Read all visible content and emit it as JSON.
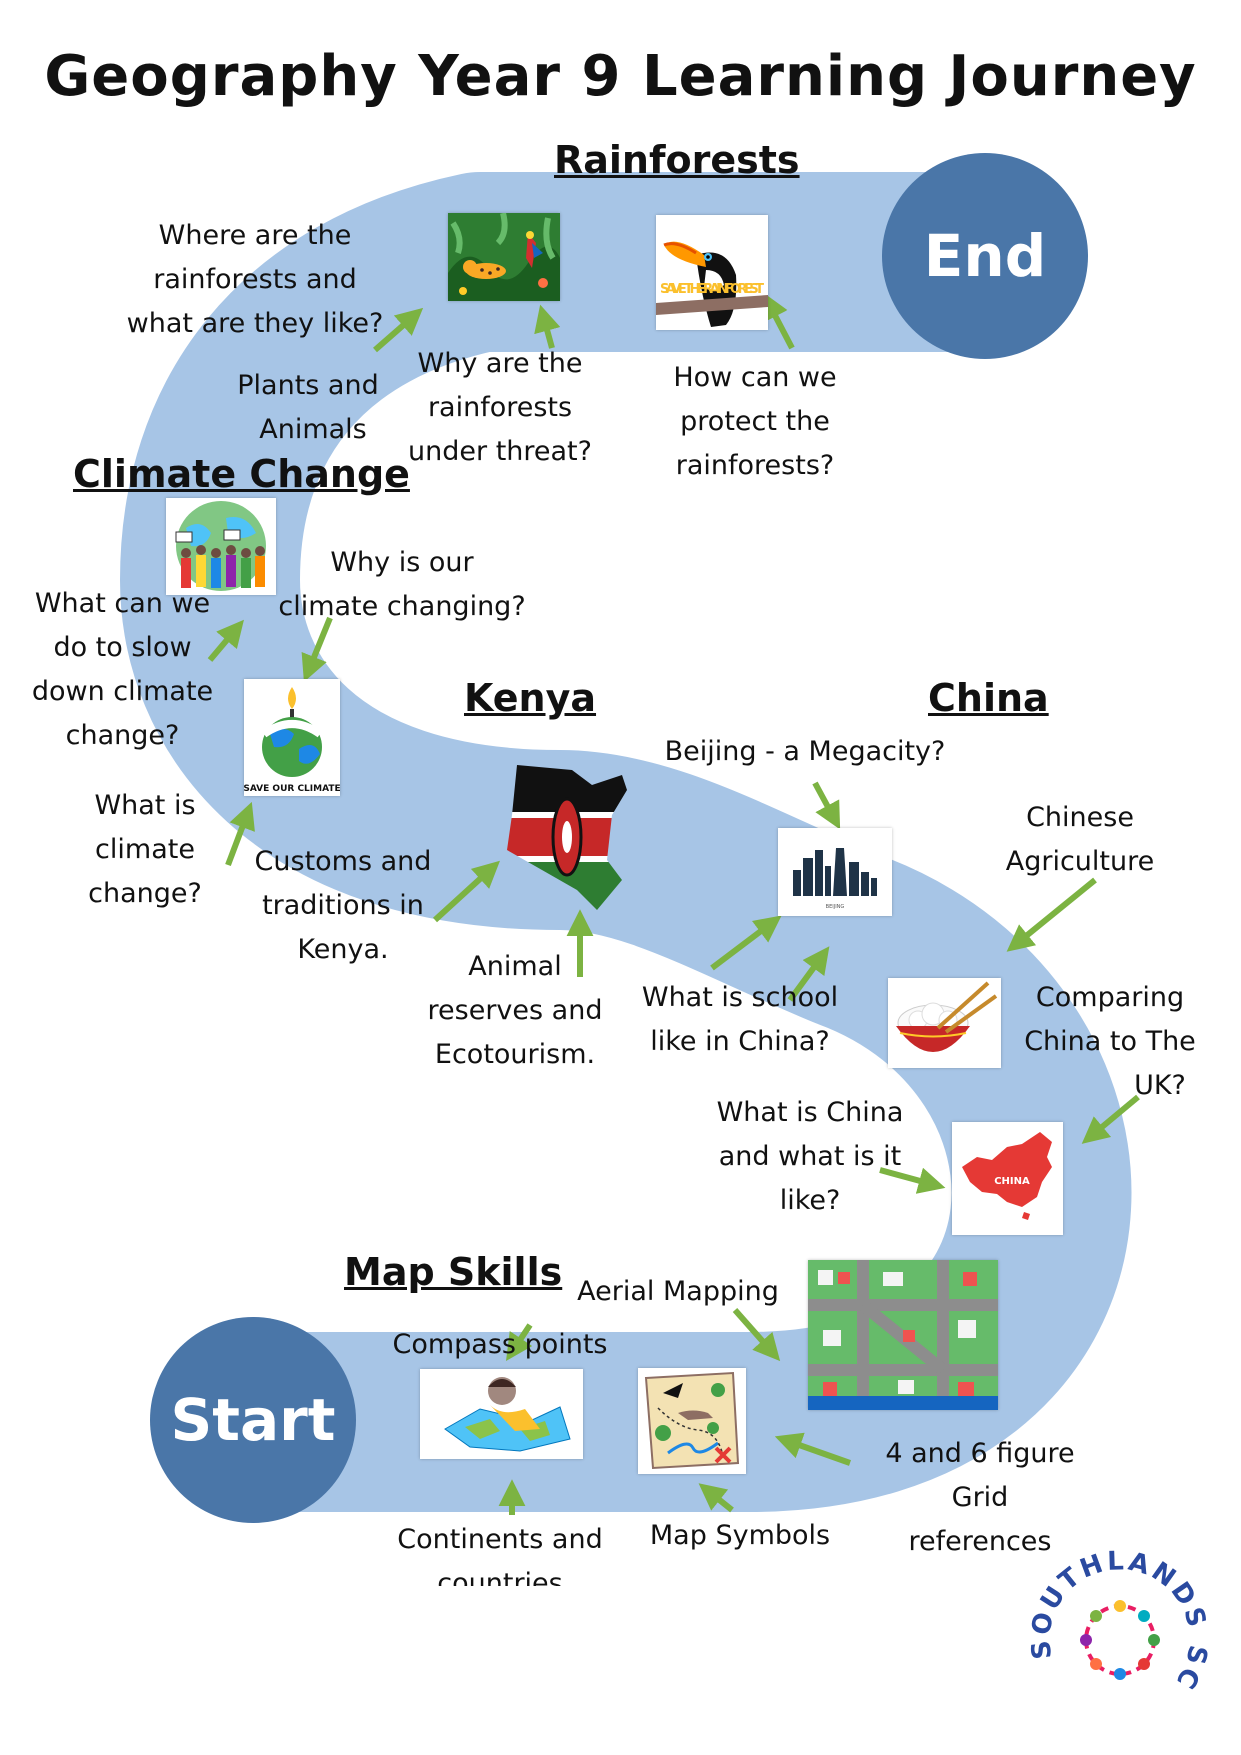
{
  "title": "Geography Year 9 Learning Journey",
  "path_color": "#a7c5e6",
  "node_color": "#4a76a8",
  "arrow_color": "#7cb342",
  "nodes": {
    "end": "End",
    "start": "Start"
  },
  "topics": {
    "rainforests": "Rainforests",
    "climate_change": "Climate Change",
    "kenya": "Kenya",
    "china": "China",
    "map_skills": "Map Skills"
  },
  "labels": {
    "rf_where": [
      "Where are the",
      "rainforests and",
      "what are they like?"
    ],
    "rf_plants": [
      "Plants and",
      "Animals"
    ],
    "rf_threat": [
      "Why are the",
      "rainforests",
      "under threat?"
    ],
    "rf_protect": [
      "How can we",
      "protect the",
      "rainforests?"
    ],
    "cc_why": [
      "Why is our",
      "climate changing?"
    ],
    "cc_slow": [
      "What can we",
      "do to slow",
      "down climate",
      "change?"
    ],
    "cc_what": [
      "What is",
      "climate",
      "change?"
    ],
    "ke_customs": [
      "Customs and",
      "traditions in",
      "Kenya."
    ],
    "ke_reserves": [
      "Animal",
      "reserves and",
      "Ecotourism."
    ],
    "cn_beijing": [
      "Beijing - a Megacity?"
    ],
    "cn_agri": [
      "Chinese",
      "Agriculture"
    ],
    "cn_school": [
      "What is school",
      "like in China?"
    ],
    "cn_compare": [
      "Comparing",
      "China to The",
      "UK?"
    ],
    "cn_what": [
      "What is China",
      "and what is it",
      "like?"
    ],
    "ms_aerial": [
      "Aerial Mapping"
    ],
    "ms_compass": [
      "Compass points"
    ],
    "ms_grid": [
      "4 and 6 figure",
      "Grid",
      "references"
    ],
    "ms_continents": [
      "Continents and",
      "countries"
    ],
    "ms_symbols": [
      "Map Symbols"
    ]
  },
  "images": {
    "rainforest_poster_text": "SAVE THE RAINFOREST",
    "save_climate_text": "SAVE OUR CLIMATE",
    "beijing_text": "BEIJING",
    "china_map_text": "CHINA"
  },
  "logo_text": "SOUTHLANDS SCHOOL"
}
